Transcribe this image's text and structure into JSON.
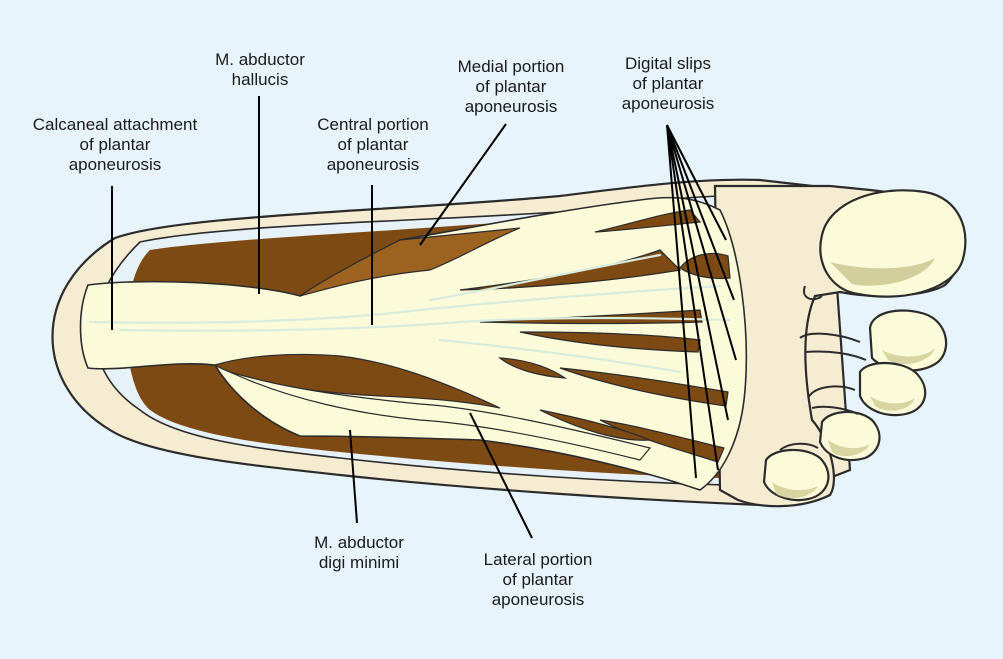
{
  "colors": {
    "background": "#e8f4fc",
    "skin": "#f6ecd2",
    "skin_outline": "#2b2b2b",
    "muscle": "#7d4a14",
    "muscle_light": "#9b6220",
    "aponeurosis": "#fbfbd9",
    "aponeurosis_sheen": "#d9ecdc",
    "toe": "#fbfbd9",
    "toe_shadow": "#c9c48c",
    "leader_line": "#000000"
  },
  "labels": {
    "abductor_hallucis": [
      "M. abductor",
      "hallucis"
    ],
    "medial_portion": [
      "Medial portion",
      "of plantar",
      "aponeurosis"
    ],
    "digital_slips": [
      "Digital slips",
      "of plantar",
      "aponeurosis"
    ],
    "calcaneal_attachment": [
      "Calcaneal attachment",
      "of plantar",
      "aponeurosis"
    ],
    "central_portion": [
      "Central portion",
      "of plantar",
      "aponeurosis"
    ],
    "abductor_digi_minimi": [
      "M. abductor",
      "digi minimi"
    ],
    "lateral_portion": [
      "Lateral portion",
      "of plantar",
      "aponeurosis"
    ]
  }
}
